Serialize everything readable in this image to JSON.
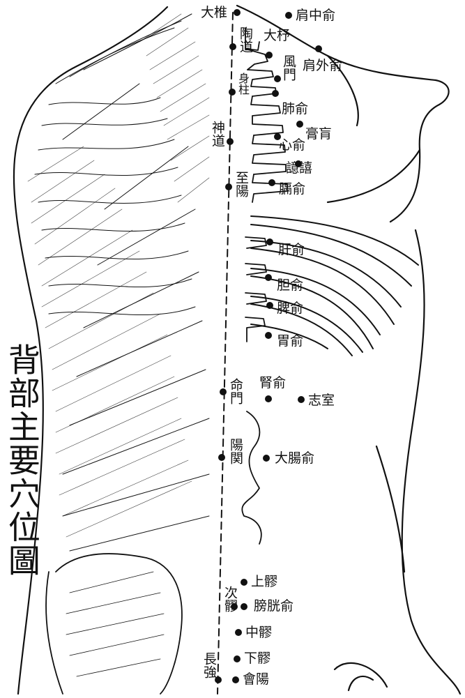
{
  "title": "背部主要穴位圖",
  "colors": {
    "ink": "#111111",
    "paper": "#ffffff"
  },
  "points": {
    "dazhui": "大椎",
    "taodao": "陶道",
    "shenzhu": "身柱",
    "shendao": "神道",
    "zhiyang": "至陽",
    "mingmen": "命門",
    "yangguan": "陽関",
    "ciliao": "次髎",
    "changqiang": "長強",
    "jianzhongshu": "肩中俞",
    "dazhu": "大杼",
    "fengmen": "風門",
    "jianwaishu": "肩外俞",
    "feishu": "肺俞",
    "gaohuang": "膏肓",
    "xinshu": "心俞",
    "yixi": "譩譆",
    "geshu": "膈俞",
    "ganshu": "肝俞",
    "danshu": "胆俞",
    "pishu": "脾俞",
    "weishu": "胃俞",
    "shenshu": "腎俞",
    "zhishi": "志室",
    "dachangshu": "大腸俞",
    "shangliao": "上髎",
    "pangguangshu": "膀胱俞",
    "zhongliao": "中髎",
    "xialiao": "下髎",
    "huiyang": "會陽"
  }
}
